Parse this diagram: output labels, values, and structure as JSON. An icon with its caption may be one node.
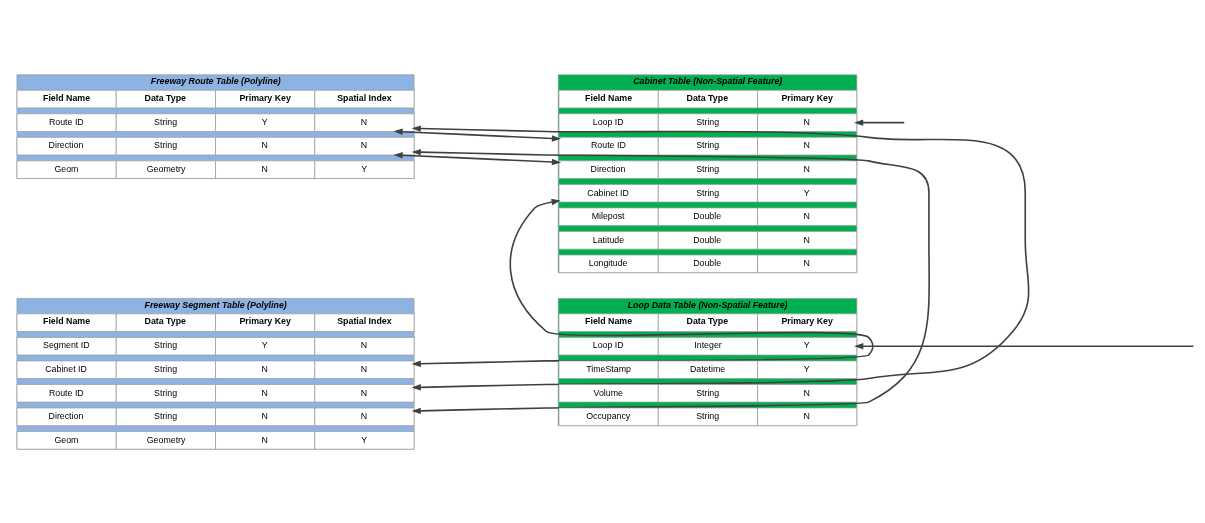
{
  "diagram": {
    "nodes": [
      {
        "text": [
          "Freeway Route Table (Polyline)"
        ]
      },
      {
        "text": [
          "Field Name",
          "Data Type",
          "Primary Key",
          "Spatial Index"
        ],
        "in": 0
      },
      {
        "text": [
          "Route ID",
          "String",
          "Y",
          "N"
        ],
        "in": 0
      },
      {
        "text": [
          "Direction",
          "String",
          "N",
          "N"
        ],
        "in": 0
      },
      {
        "text": [
          "Geom",
          "Geometry",
          "N",
          "Y"
        ],
        "in": 0
      },
      {
        "text": [
          "Cabinet Table (Non-Spatial Feature)"
        ]
      },
      {
        "text": [
          "Field Name",
          "Data Type",
          "Primary Key"
        ],
        "in": 5
      },
      {
        "text": [
          "Loop ID",
          "String",
          "N"
        ],
        "in": 5
      },
      {
        "text": [
          "Route ID",
          "String",
          "N"
        ],
        "in": 5
      },
      {
        "text": [
          "Direction",
          "String",
          "N"
        ],
        "in": 5
      },
      {
        "text": [
          "Cabinet ID",
          "String",
          "Y"
        ],
        "in": 5
      },
      {
        "text": [
          "Milepost",
          "Double",
          "N"
        ],
        "in": 5
      },
      {
        "text": [
          "Latitude",
          "Double",
          "N"
        ],
        "in": 5
      },
      {
        "text": [
          "Longitude",
          "Double",
          "N"
        ],
        "in": 5
      },
      {
        "text": [
          "Freeway Segment Table (Polyline)"
        ]
      },
      {
        "text": [
          "Field Name",
          "Data Type",
          "Primary Key",
          "Spatial Index"
        ],
        "in": 14
      },
      {
        "text": [
          "Segment ID",
          "String",
          "Y",
          "N"
        ],
        "in": 14
      },
      {
        "text": [
          "Cabinet ID",
          "String",
          "N",
          "N"
        ],
        "in": 14
      },
      {
        "text": [
          "Route ID",
          "String",
          "N",
          "N"
        ],
        "in": 14
      },
      {
        "text": [
          "Direction",
          "String",
          "N",
          "N"
        ],
        "in": 14
      },
      {
        "text": [
          "Geom",
          "Geometry",
          "N",
          "Y"
        ],
        "in": 14
      },
      {
        "text": [
          "Loop Data Table (Non-Spatial Feature)"
        ]
      },
      {
        "text": [
          "Field Name",
          "Data Type",
          "Primary Key"
        ],
        "in": 21
      },
      {
        "text": [
          "Loop ID",
          "Integer",
          "Y"
        ],
        "in": 21
      },
      {
        "text": [
          "TimeStamp",
          "Datetime",
          "Y"
        ],
        "in": 21
      },
      {
        "text": [
          "Volume",
          "String",
          "N"
        ],
        "in": 21
      },
      {
        "text": [
          "Occupancy",
          "String",
          "N"
        ],
        "in": 21
      }
    ],
    "edges": [
      {
        "from": 2,
        "to": 8,
        "arrow": "both"
      },
      {
        "from": 3,
        "to": 9,
        "arrow": "both"
      },
      {
        "from": 18,
        "to": 2,
        "arrow": "both"
      },
      {
        "from": 19,
        "to": 3,
        "arrow": "both"
      },
      {
        "from": 17,
        "to": 10,
        "arrow": "both"
      },
      {
        "from": null,
        "to": 7,
        "arrow": "to"
      },
      {
        "from": null,
        "to": 23,
        "arrow": "to"
      }
    ]
  }
}
